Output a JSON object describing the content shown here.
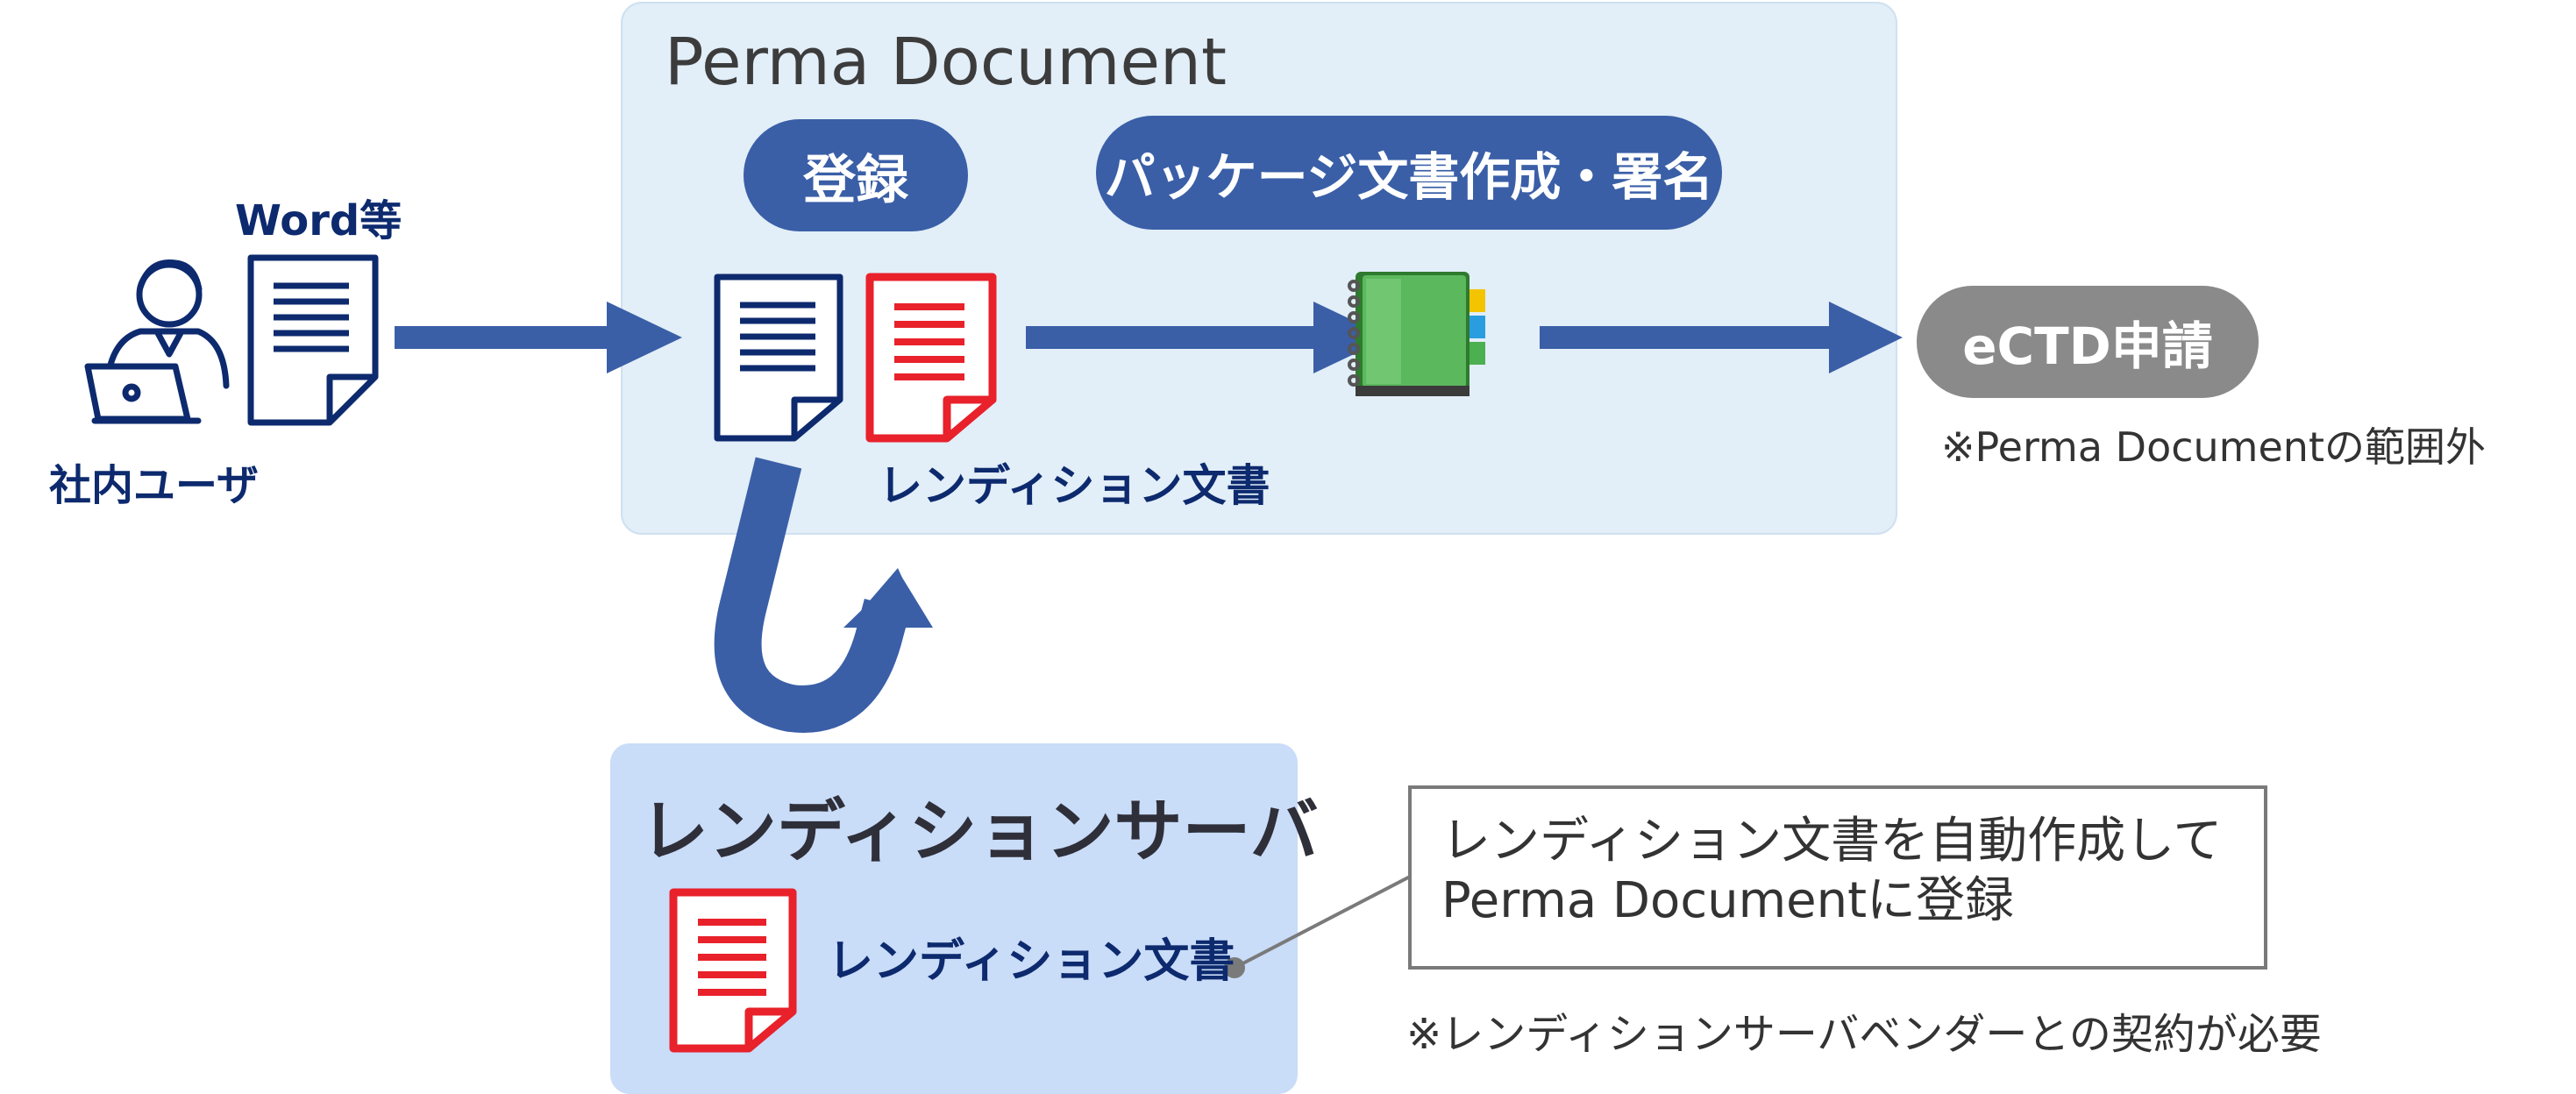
{
  "perma_panel": {
    "title": "Perma Document"
  },
  "steps": {
    "register": "登録",
    "package": "パッケージ文書作成・署名",
    "ectd": "eCTD申請"
  },
  "labels": {
    "word": "Word等",
    "user": "社内ユーザ",
    "rendition_doc": "レンディション文書",
    "rendition_doc_server": "レンディション文書"
  },
  "notes": {
    "ectd_scope": "※Perma Documentの範囲外",
    "vendor": "※レンディションサーバベンダーとの契約が必要"
  },
  "rendition_server": {
    "title": "レンディションサーバ"
  },
  "callout": {
    "line1": "レンディション文書を自動作成して",
    "line2": "Perma Documentに登録"
  },
  "colors": {
    "arrow": "#3a5fa7",
    "document_navy": "#0d2a6e",
    "rendition_red": "#e8212b",
    "perma_panel_bg": "#e2eef8",
    "server_panel_bg": "#c9dcf8",
    "ectd_pill": "#8a8a8a"
  }
}
